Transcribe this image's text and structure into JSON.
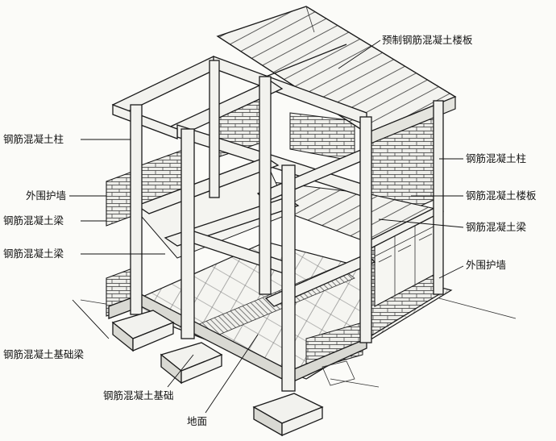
{
  "labels": {
    "precast_slab": "预制钢筋混凝土楼板",
    "column_left": "钢筋混凝土柱",
    "wall_left": "外围护墙",
    "beam_left_upper": "钢筋混凝土梁",
    "beam_left_lower": "钢筋混凝土梁",
    "foundation_beam": "钢筋混凝土基础梁",
    "foundation": "钢筋混凝土基础",
    "ground": "地面",
    "column_right": "钢筋混凝土柱",
    "slab_right": "钢筋混凝土楼板",
    "beam_right": "钢筋混凝土梁",
    "wall_right": "外围护墙"
  }
}
